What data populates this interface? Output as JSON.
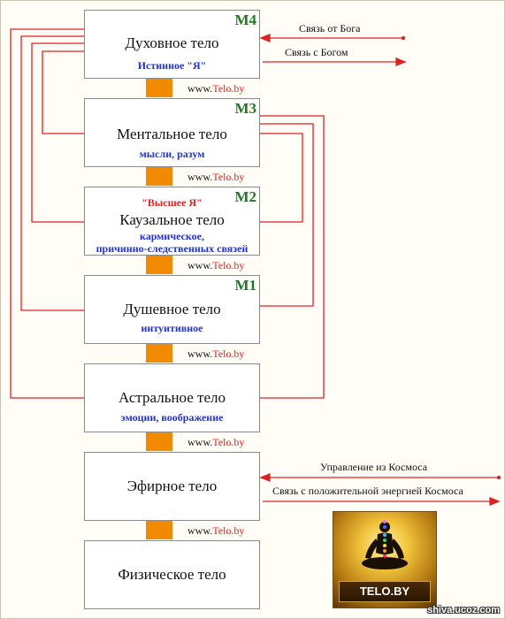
{
  "bodies": [
    {
      "key": "m4",
      "title": "Духовное тело",
      "subtitle": "Истинное \"Я\"",
      "mlabel": "М4"
    },
    {
      "key": "m3",
      "title": "Ментальное тело",
      "subtitle": "мысли, разум",
      "mlabel": "М3"
    },
    {
      "key": "m2",
      "title": "Каузальное тело",
      "above": "\"Высшее Я\"",
      "subtitle": "кармическое,",
      "subtitle2": "причинно-следственных связей",
      "mlabel": "М2"
    },
    {
      "key": "m1",
      "title": "Душевное тело",
      "subtitle": "интуитивное",
      "mlabel": "М1"
    },
    {
      "key": "astral",
      "title": "Астральное тело",
      "subtitle": "эмоции, воображение"
    },
    {
      "key": "ether",
      "title": "Эфирное тело"
    },
    {
      "key": "physical",
      "title": "Физическое тело"
    }
  ],
  "site": {
    "prefix": "www.",
    "name": "Telo.by"
  },
  "top_links": {
    "from_god": "Связь от Бога",
    "to_god": "Связь с Богом"
  },
  "ether_links": {
    "from_cosmos": "Управление из Космоса",
    "to_cosmos": "Связь с положительной энергией Космоса"
  },
  "logo": {
    "caption": "TELO.BY"
  },
  "watermark": "shiva.ucoz.com",
  "colors": {
    "wire": "#dd2222",
    "connector": "#f28a00",
    "mlabel": "#1e7a1e",
    "subtitle": "#2233cc"
  }
}
